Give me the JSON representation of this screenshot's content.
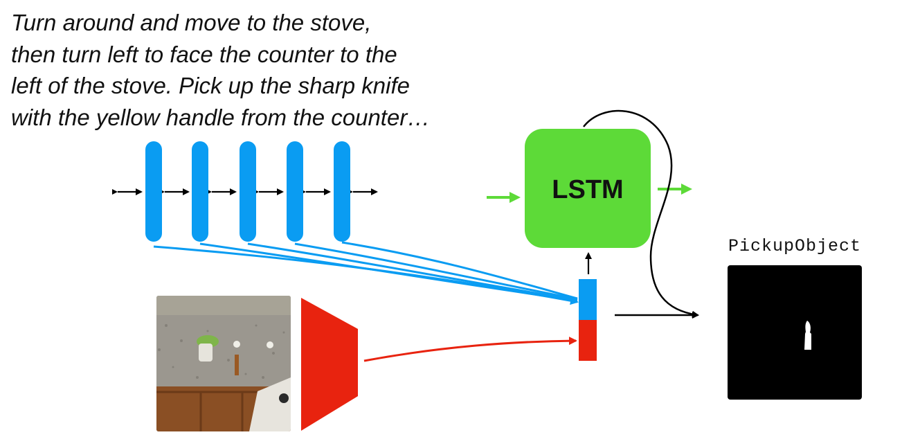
{
  "instruction": {
    "lines": [
      "Turn around and move to the stove,",
      "then turn left to face the counter to the",
      "left of the stove. Pick up the sharp knife",
      "with the yellow handle from the counter…"
    ]
  },
  "lstm": {
    "label": "LSTM"
  },
  "action": {
    "label": "PickupObject"
  },
  "encoder": {
    "token_count": 5
  },
  "colors": {
    "language": "#0a9cf2",
    "vision": "#e8230f",
    "lstm": "#5dda38",
    "arrow": "#000000",
    "mask_bg": "#000000",
    "mask_fg": "#ffffff"
  }
}
